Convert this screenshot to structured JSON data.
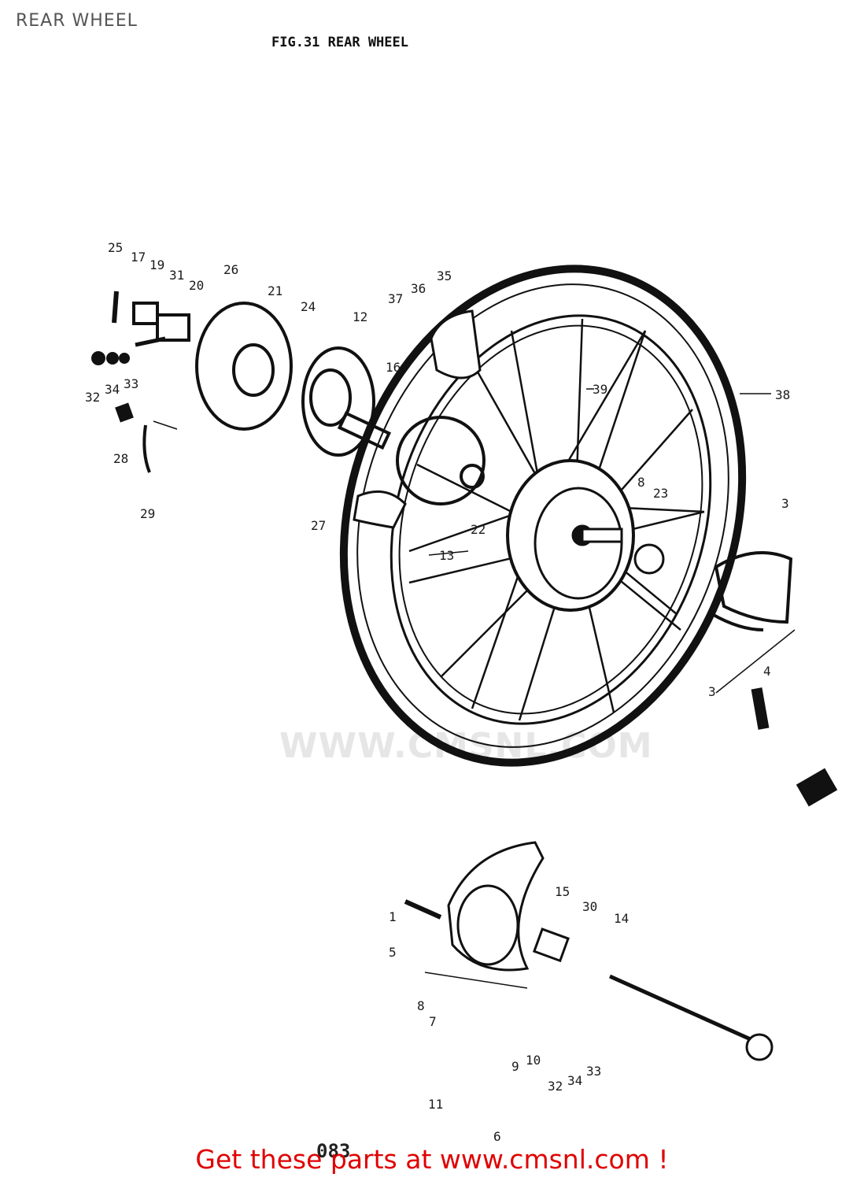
{
  "page": {
    "title": "REAR WHEEL",
    "figure_title": "FIG.31  REAR WHEEL",
    "page_number": "083",
    "watermark": "WWW.CMSNL.COM",
    "cta_link": "Get these parts at www.cmsnl.com !"
  },
  "callouts": {
    "c1": "1",
    "c3a": "3",
    "c3b": "3",
    "c4": "4",
    "c5": "5",
    "c6": "6",
    "c7": "7",
    "c8a": "8",
    "c8b": "8",
    "c9": "9",
    "c10": "10",
    "c11": "11",
    "c12": "12",
    "c13": "13",
    "c14": "14",
    "c15": "15",
    "c16": "16",
    "c17": "17",
    "c19": "19",
    "c20": "20",
    "c21": "21",
    "c22": "22",
    "c23": "23",
    "c24": "24",
    "c25": "25",
    "c26": "26",
    "c27": "27",
    "c28": "28",
    "c29": "29",
    "c30": "30",
    "c31": "31",
    "c32a": "32",
    "c32b": "32",
    "c33a": "33",
    "c33b": "33",
    "c34a": "34",
    "c34b": "34",
    "c35": "35",
    "c36": "36",
    "c37": "37",
    "c38": "38",
    "c39": "39"
  }
}
